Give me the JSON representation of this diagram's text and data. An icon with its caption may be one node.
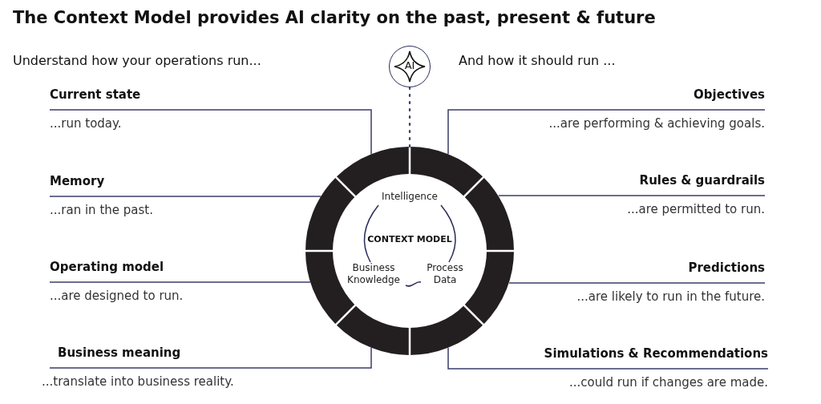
{
  "diagram": {
    "title": "The Context Model provides AI clarity on the past, present & future",
    "nodes": [
      {
        "text": [
          "AI"
        ]
      },
      {
        "text": [
          "CONTEXT MODEL"
        ]
      },
      {
        "text": [
          "Intelligence"
        ],
        "in": 1
      },
      {
        "text": [
          "Business Knowledge"
        ],
        "in": 1
      },
      {
        "text": [
          "Process Data"
        ],
        "in": 1
      },
      {
        "text": [
          "Current state",
          "...run today."
        ]
      },
      {
        "text": [
          "Memory",
          "...ran in the past."
        ]
      },
      {
        "text": [
          "Operating model",
          "...are designed to run."
        ]
      },
      {
        "text": [
          "Business meaning",
          "...translate into business reality."
        ]
      },
      {
        "text": [
          "Objectives",
          "...are performing & achieving goals."
        ]
      },
      {
        "text": [
          "Rules & guardrails",
          "...are permitted to run."
        ]
      },
      {
        "text": [
          "Predictions",
          "...are likely to run in the future."
        ]
      },
      {
        "text": [
          "Simulations & Recommendations",
          "...could run if changes are made."
        ]
      }
    ],
    "edges": [
      {
        "from": 0,
        "to": 1,
        "arrow": "none",
        "style": "dashed"
      },
      {
        "from": 2,
        "to": 3,
        "arrow": "none"
      },
      {
        "from": 3,
        "to": 4,
        "arrow": "none"
      },
      {
        "from": 4,
        "to": 2,
        "arrow": "none"
      },
      {
        "from": 5,
        "to": 1,
        "arrow": "none"
      },
      {
        "from": 6,
        "to": 1,
        "arrow": "none"
      },
      {
        "from": 7,
        "to": 1,
        "arrow": "none"
      },
      {
        "from": 8,
        "to": 1,
        "arrow": "none"
      },
      {
        "from": 9,
        "to": 1,
        "arrow": "none"
      },
      {
        "from": 10,
        "to": 1,
        "arrow": "none"
      },
      {
        "from": 11,
        "to": 1,
        "arrow": "none"
      },
      {
        "from": 12,
        "to": 1,
        "arrow": "none"
      }
    ],
    "labels": [
      "Understand how your operations run...",
      "And how it should run ..."
    ]
  }
}
